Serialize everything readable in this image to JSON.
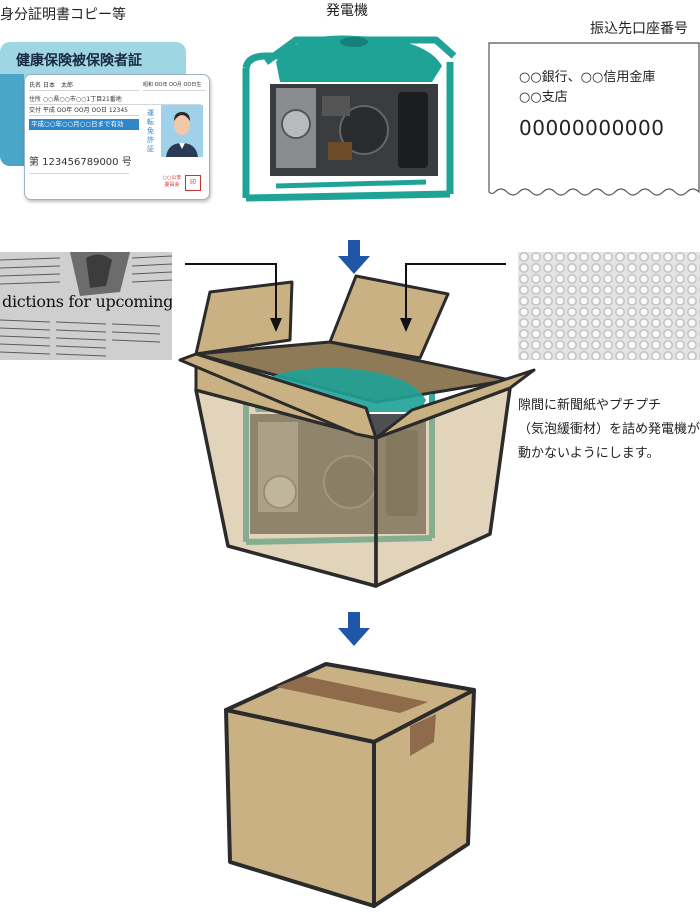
{
  "labels": {
    "id_copy": "身分証明書コピー等",
    "generator": "発電機",
    "account": "振込先口座番号"
  },
  "id_card": {
    "back_title": "健康保険被保険者証",
    "name_label": "氏名",
    "name": "日本　太郎",
    "birth": "昭和 OO年 OO月 OO日生",
    "address": "住所 ○○県○○市○○1丁目21番地",
    "issued": "交付 平成 OO年 OO月 OO日 12345",
    "valid_until": "平成○○年○○月○○日まで有効",
    "license_vertical": "運転免許証",
    "license_number": "第 123456789000 号",
    "agency": "○○公安委員会"
  },
  "bank": {
    "line1": "○○銀行、○○信用金庫",
    "line2": "○○支店",
    "account_number": "00000000000"
  },
  "newspaper": {
    "headline": "dictions for upcoming"
  },
  "note": {
    "line1": "隙間に新聞紙やプチプチ",
    "line2": "（気泡緩衝材）を詰め発電機が",
    "line3": "動かないようにします。"
  },
  "colors": {
    "arrow": "#1f56a8",
    "box_fill": "#c9b183",
    "box_stroke": "#2b2b2b",
    "generator_frame": "#1fa397",
    "tape": "#8f6a4b"
  }
}
